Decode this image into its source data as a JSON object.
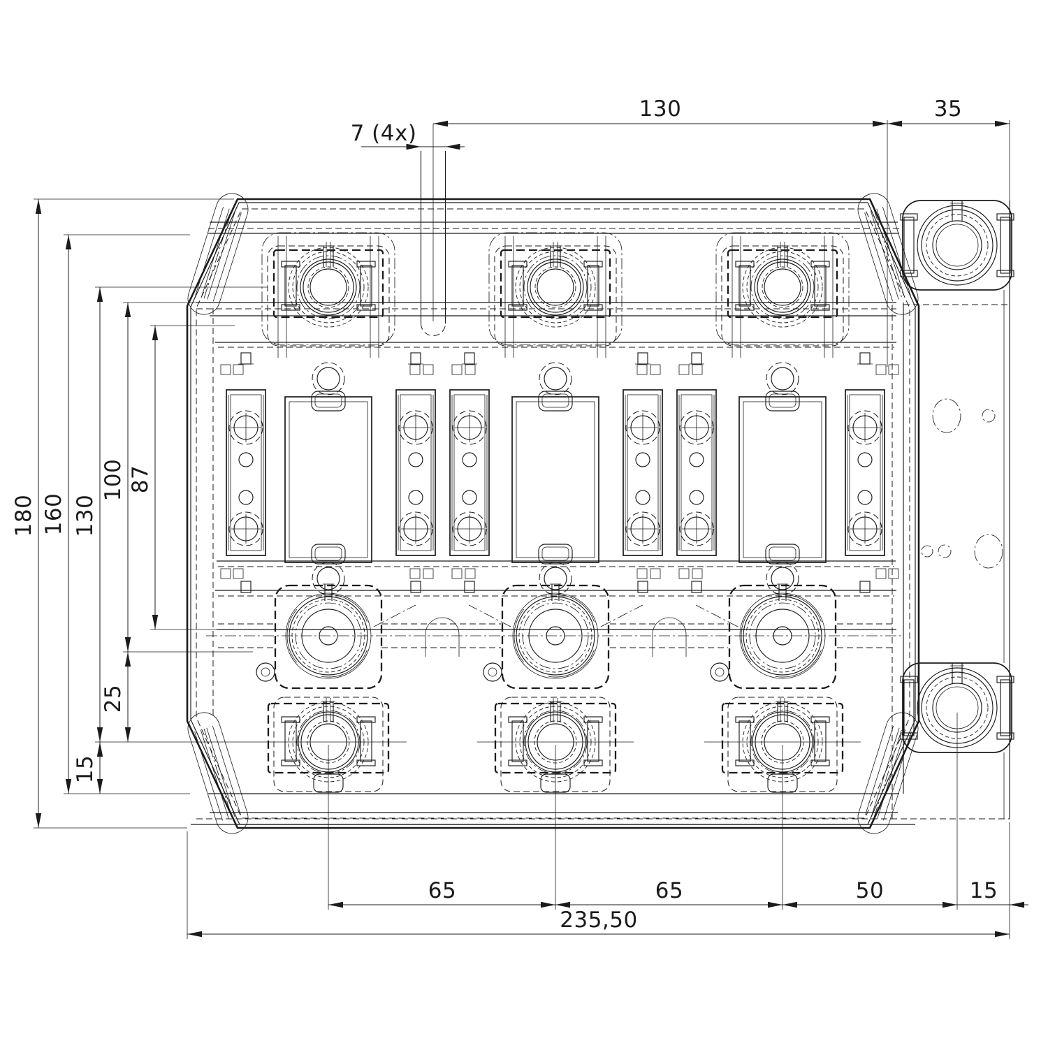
{
  "drawing": {
    "background": "#ffffff",
    "line_color": "#1b1b1b",
    "dimensions": {
      "top": {
        "slot": {
          "label": "7 (4x)",
          "value": 7,
          "count": 4
        },
        "d130": {
          "label": "130",
          "value": 130
        },
        "d35": {
          "label": "35",
          "value": 35
        }
      },
      "left": {
        "d180": {
          "label": "180",
          "value": 180
        },
        "d160": {
          "label": "160",
          "value": 160
        },
        "d130": {
          "label": "130",
          "value": 130
        },
        "d100": {
          "label": "100",
          "value": 100
        },
        "d87": {
          "label": "87",
          "value": 87
        },
        "d25": {
          "label": "25",
          "value": 25
        },
        "d15": {
          "label": "15",
          "value": 15
        }
      },
      "bottom": {
        "d65a": {
          "label": "65",
          "value": 65
        },
        "d65b": {
          "label": "65",
          "value": 65
        },
        "d50": {
          "label": "50",
          "value": 50
        },
        "d15": {
          "label": "15",
          "value": 15
        },
        "total": {
          "label": "235,50",
          "value": 235.5
        }
      }
    }
  }
}
